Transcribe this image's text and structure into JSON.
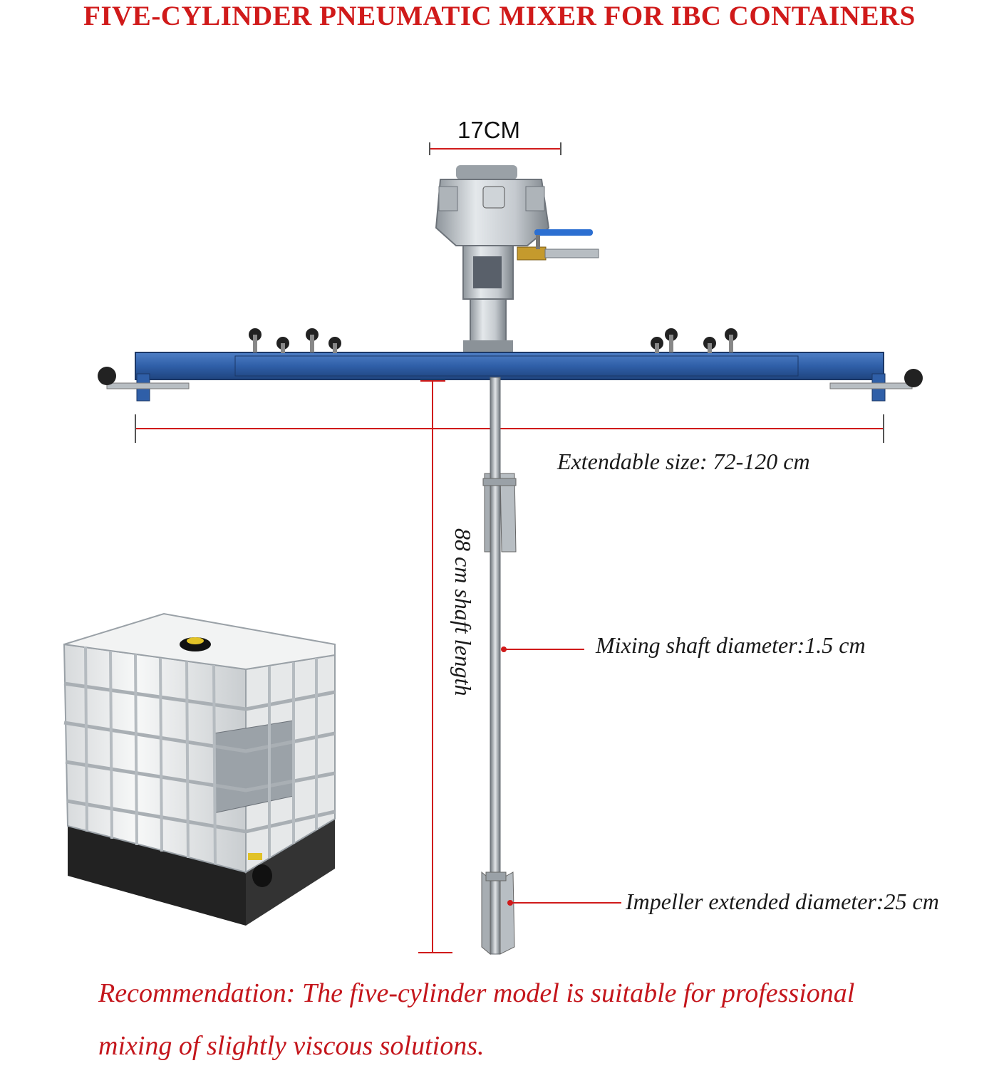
{
  "title": "FIVE-CYLINDER PNEUMATIC MIXER FOR IBC CONTAINERS",
  "dimensions": {
    "motor_width": "17CM",
    "extendable": "Extendable size: 72-120 cm",
    "shaft_length": "88 cm shaft length",
    "shaft_diameter": "Mixing shaft diameter:1.5 cm",
    "impeller": "Impeller extended diameter:25 cm"
  },
  "recommendation": {
    "line1": "Recommendation: The five-cylinder model is suitable for professional",
    "line2": "mixing of slightly viscous solutions."
  },
  "colors": {
    "accent_red": "#d01a1a",
    "beam_blue": "#2f5fa8",
    "motor_gray": "#b9bfc4"
  }
}
